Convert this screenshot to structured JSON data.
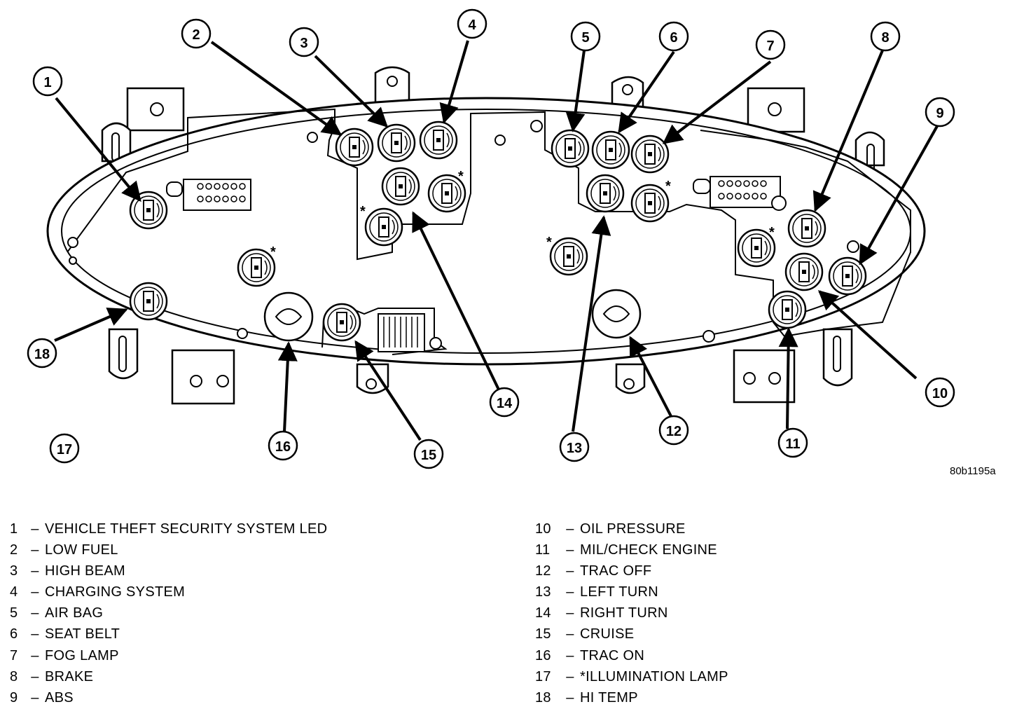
{
  "figure_code": "80b1195a",
  "legend": [
    {
      "num": "1",
      "label": "VEHICLE THEFT SECURITY SYSTEM LED"
    },
    {
      "num": "2",
      "label": "LOW FUEL"
    },
    {
      "num": "3",
      "label": "HIGH BEAM"
    },
    {
      "num": "4",
      "label": "CHARGING SYSTEM"
    },
    {
      "num": "5",
      "label": "AIR BAG"
    },
    {
      "num": "6",
      "label": "SEAT BELT"
    },
    {
      "num": "7",
      "label": "FOG LAMP"
    },
    {
      "num": "8",
      "label": "BRAKE"
    },
    {
      "num": "9",
      "label": "ABS"
    },
    {
      "num": "10",
      "label": "OIL PRESSURE"
    },
    {
      "num": "11",
      "label": "MIL/CHECK ENGINE"
    },
    {
      "num": "12",
      "label": "TRAC OFF"
    },
    {
      "num": "13",
      "label": "LEFT TURN"
    },
    {
      "num": "14",
      "label": "RIGHT TURN"
    },
    {
      "num": "15",
      "label": "CRUISE"
    },
    {
      "num": "16",
      "label": "TRAC ON"
    },
    {
      "num": "17",
      "label": "*ILLUMINATION LAMP"
    },
    {
      "num": "18",
      "label": "HI TEMP"
    }
  ],
  "dash": "–",
  "asterisk": "*"
}
